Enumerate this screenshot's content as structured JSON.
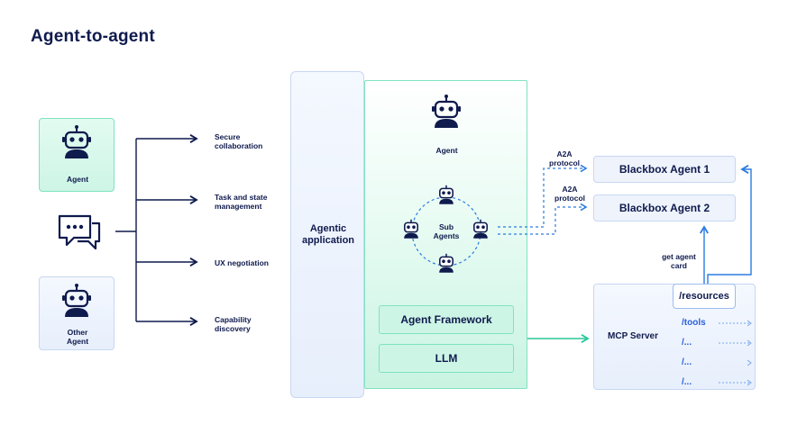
{
  "title": "Agent-to-agent",
  "left": {
    "agent_label": "Agent",
    "other_agent_label": "Other\nAgent",
    "capabilities": [
      "Secure\ncollaboration",
      "Task and state\nmanagement",
      "UX negotiation",
      "Capability\ndiscovery"
    ]
  },
  "center": {
    "agentic_application": "Agentic\napplication",
    "agent_label": "Agent",
    "sub_agents_label": "Sub\nAgents",
    "agent_framework": "Agent Framework",
    "llm": "LLM"
  },
  "right": {
    "a2a_protocol_1": "A2A\nprotocol",
    "a2a_protocol_2": "A2A\nprotocol",
    "blackbox_agent_1": "Blackbox Agent 1",
    "blackbox_agent_2": "Blackbox Agent 2",
    "get_agent_card": "get agent\ncard",
    "mcp_server": "MCP Server",
    "resources": "/resources",
    "paths": [
      "/tools",
      "/...",
      "/...",
      "/..."
    ]
  },
  "colors": {
    "navy": "#0f1a4d",
    "green_border": "#7fe3bf",
    "green_fill": "#cdf5e6",
    "blue_arrow": "#2b7be0",
    "blue_border": "#c8d7f2"
  }
}
